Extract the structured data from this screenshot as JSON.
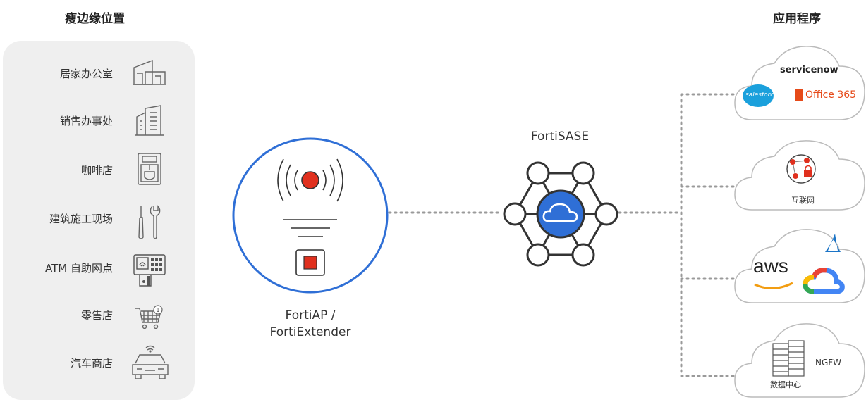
{
  "headings": {
    "edge": "瘦边缘位置",
    "apps": "应用程序"
  },
  "edge_locations": [
    {
      "label": "居家办公室",
      "icon": "home-office-icon"
    },
    {
      "label": "销售办事处",
      "icon": "office-building-icon"
    },
    {
      "label": "咖啡店",
      "icon": "coffee-machine-icon"
    },
    {
      "label": "建筑施工现场",
      "icon": "tools-icon"
    },
    {
      "label": "ATM 自助网点",
      "icon": "atm-icon"
    },
    {
      "label": "零售店",
      "icon": "shopping-cart-icon"
    },
    {
      "label": "汽车商店",
      "icon": "connected-car-icon"
    }
  ],
  "center": {
    "ap_label_line1": "FortiAP /",
    "ap_label_line2": "FortiExtender",
    "sase_label": "FortiSASE"
  },
  "clouds": {
    "saas": {
      "servicenow": "servicenow",
      "salesforce": "salesforce",
      "office": "Office 365"
    },
    "internet": {
      "label": "互联网"
    },
    "iaas": {
      "aws": "aws"
    },
    "datacenter": {
      "label": "数据中心",
      "ngfw": "NGFW"
    }
  },
  "colors": {
    "accent_blue": "#2f6fd6",
    "alert_red": "#e0301e",
    "line_gray": "#9a9a9a",
    "panel_bg": "#efefef"
  }
}
